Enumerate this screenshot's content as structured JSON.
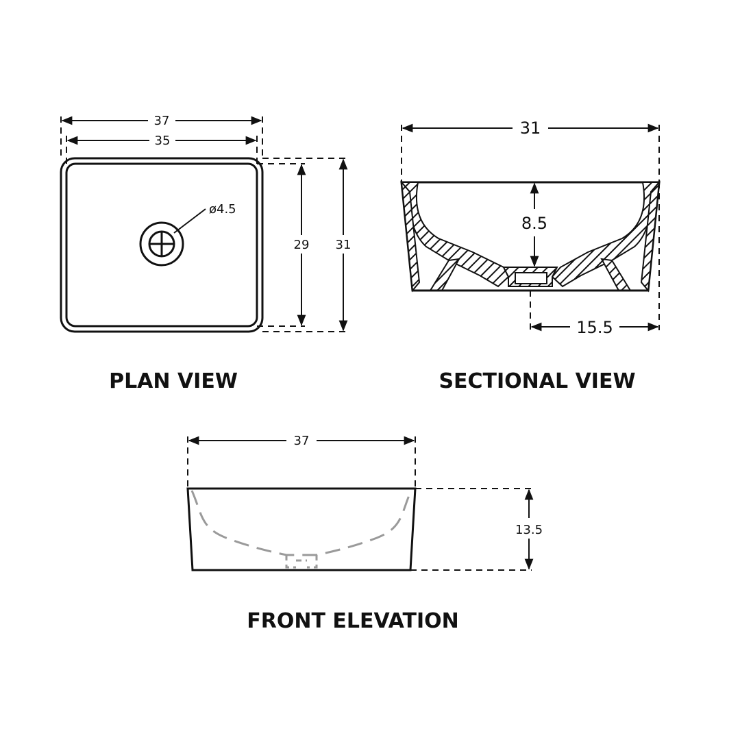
{
  "plan_view": {
    "title": "PLAN VIEW",
    "outer_width": "37",
    "inner_width": "35",
    "inner_depth": "29",
    "outer_depth": "31",
    "drain_diameter": "ø4.5"
  },
  "sectional_view": {
    "title": "SECTIONAL VIEW",
    "width": "31",
    "bowl_depth": "8.5",
    "half_width": "15.5"
  },
  "front_elevation": {
    "title": "FRONT ELEVATION",
    "width": "37",
    "height": "13.5"
  }
}
